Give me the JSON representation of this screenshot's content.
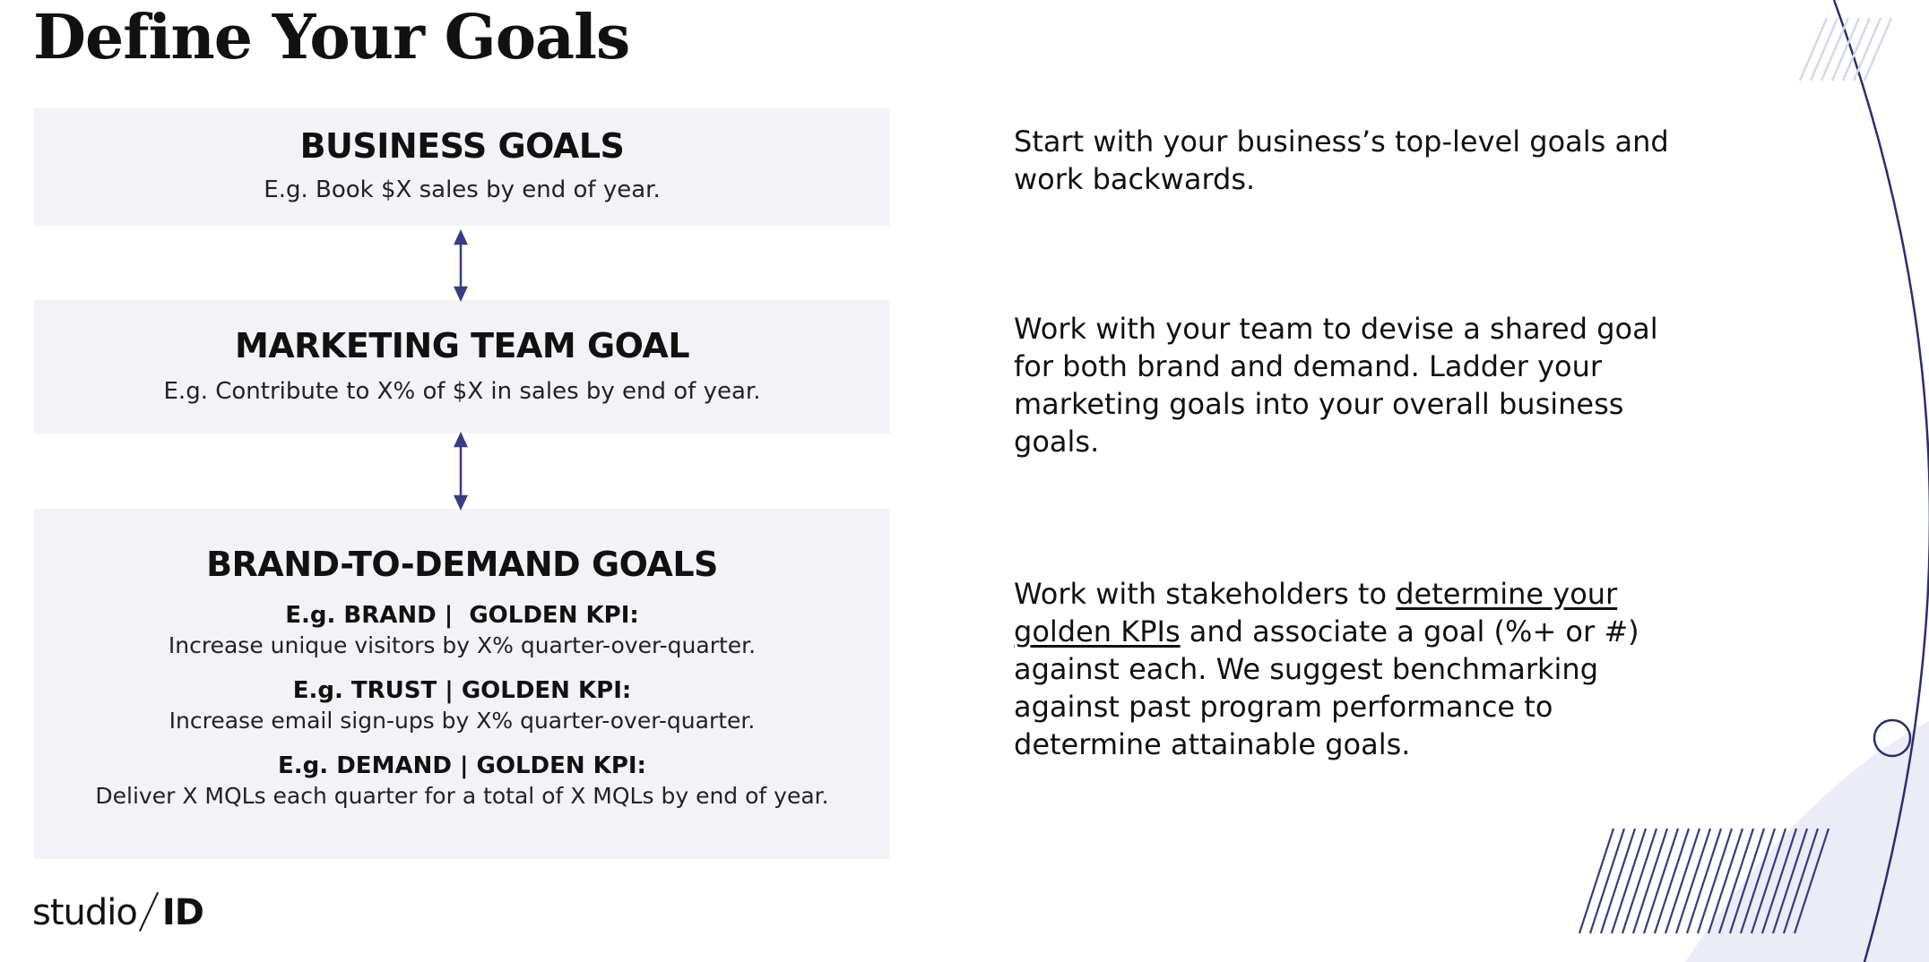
{
  "title": "Define Your Goals",
  "boxes": [
    {
      "heading": "BUSINESS GOALS",
      "example": "E.g. Book $X sales by end of year."
    },
    {
      "heading": "MARKETING TEAM GOAL",
      "example": "E.g. Contribute to X% of $X in sales by end of year."
    },
    {
      "heading": "BRAND-TO-DEMAND GOALS",
      "kpis": [
        {
          "label": "E.g. BRAND |  GOLDEN KPI:",
          "text": "Increase unique visitors by X% quarter-over-quarter."
        },
        {
          "label": "E.g. TRUST | GOLDEN KPI:",
          "text": "Increase email sign-ups by X% quarter-over-quarter."
        },
        {
          "label": "E.g. DEMAND | GOLDEN KPI:",
          "text": "Deliver X MQLs each quarter for a total of X MQLs by end of year."
        }
      ]
    }
  ],
  "descriptions": {
    "d1": "Start with your business’s top-level goals and work backwards.",
    "d2": "Work with your team to devise a shared goal for both brand and demand. Ladder your marketing goals into your overall business goals.",
    "d3_pre": "Work with stakeholders to ",
    "d3_link": "determine your golden KPIs",
    "d3_post": " and associate a goal (%+ or #) against each. We suggest benchmarking against past program performance to determine attainable goals."
  },
  "logo": {
    "left": "studio",
    "right": "ID"
  },
  "colors": {
    "accent": "#3a3a85",
    "box_bg": "#f3f3f7",
    "deco_fill": "#ececf7"
  },
  "icons": [
    "double-arrow-icon",
    "double-arrow-icon"
  ]
}
